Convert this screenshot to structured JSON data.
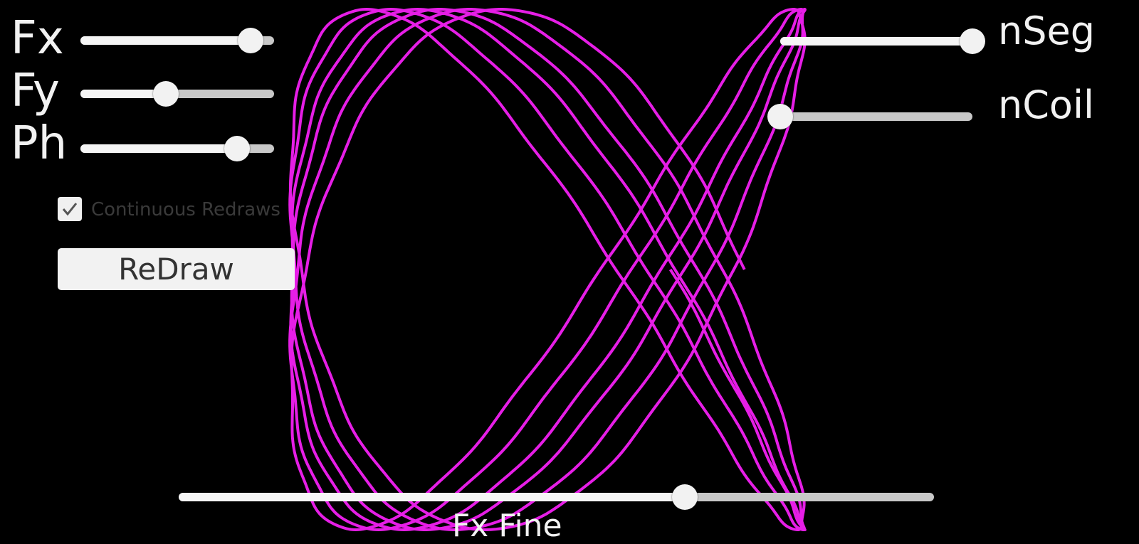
{
  "colors": {
    "curve": "#e61ee6",
    "background": "#000000",
    "slider_fill": "#f5f5f5",
    "slider_track": "#c8c8c8"
  },
  "left_controls": {
    "fx": {
      "label": "Fx",
      "value": 0.88
    },
    "fy": {
      "label": "Fy",
      "value": 0.44
    },
    "ph": {
      "label": "Ph",
      "value": 0.81
    }
  },
  "continuous_redraws": {
    "label": "Continuous Redraws",
    "checked": true,
    "icon": "check-icon"
  },
  "redraw_button": {
    "label": "ReDraw"
  },
  "right_controls": {
    "nseg": {
      "label": "nSeg",
      "value": 1.0
    },
    "ncoil": {
      "label": "nCoil",
      "value": 0.0
    }
  },
  "fx_fine": {
    "label": "Fx Fine",
    "value": 0.67
  }
}
